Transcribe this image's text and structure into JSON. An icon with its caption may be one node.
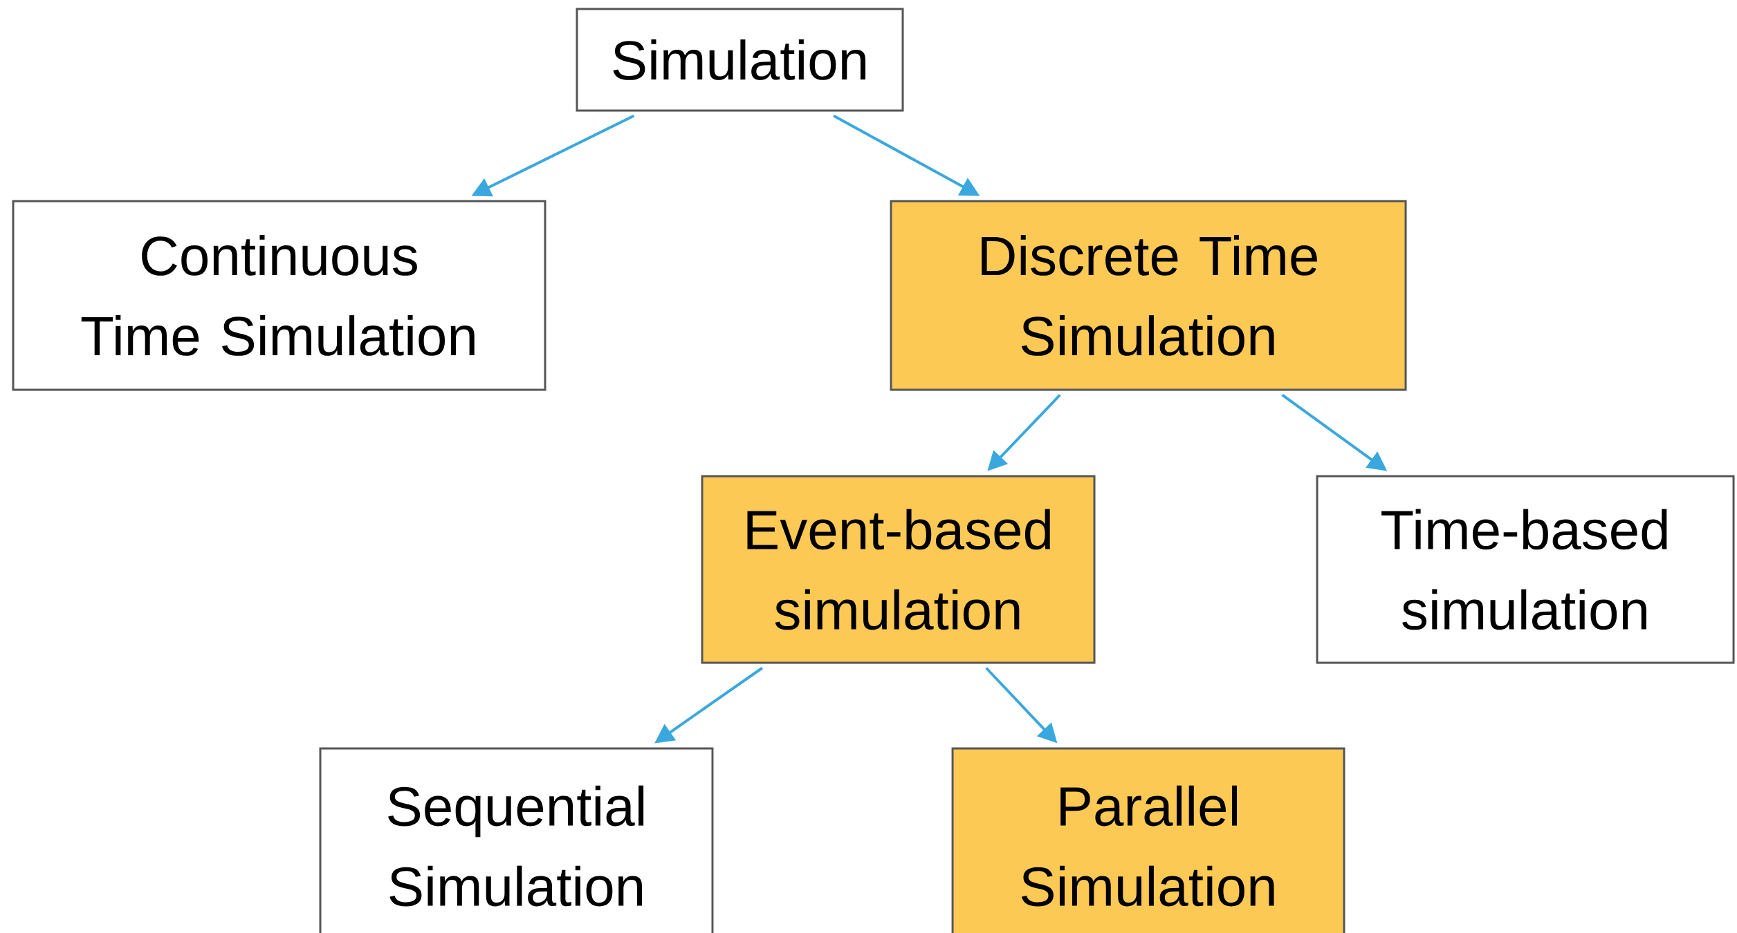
{
  "diagram": {
    "nodes": [
      {
        "text": [
          "Simulation"
        ]
      },
      {
        "text": [
          "Continuous Time Simulation"
        ]
      },
      {
        "text": [
          "Discrete Time Simulation"
        ]
      },
      {
        "text": [
          "Event-based simulation"
        ]
      },
      {
        "text": [
          "Time-based simulation"
        ]
      },
      {
        "text": [
          "Sequential Simulation"
        ]
      },
      {
        "text": [
          "Parallel Simulation"
        ]
      }
    ],
    "edges": [
      {
        "from": 0,
        "to": 1,
        "arrow": "to"
      },
      {
        "from": 0,
        "to": 2,
        "arrow": "to"
      },
      {
        "from": 2,
        "to": 3,
        "arrow": "to"
      },
      {
        "from": 2,
        "to": 4,
        "arrow": "to"
      },
      {
        "from": 3,
        "to": 5,
        "arrow": "to"
      },
      {
        "from": 3,
        "to": 6,
        "arrow": "to"
      }
    ]
  }
}
